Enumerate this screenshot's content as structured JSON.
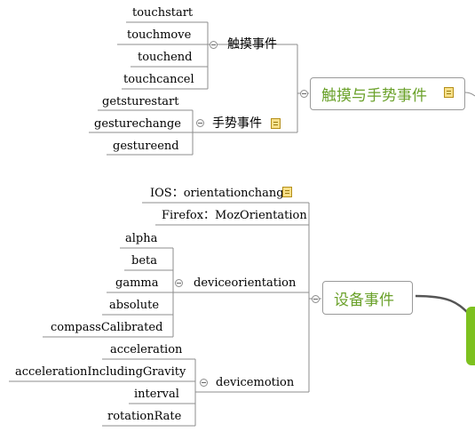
{
  "colors": {
    "topic_text": "#6aa12a",
    "root_fill": "#7dc11f",
    "line": "#8c8c8c"
  },
  "touch_section": {
    "main_topic": "触摸与手势事件",
    "touch_group": {
      "label": "触摸事件",
      "items": [
        "touchstart",
        "touchmove",
        "touchend",
        "touchcancel"
      ]
    },
    "gesture_group": {
      "label": "手势事件",
      "items": [
        "getsturestart",
        "gesturechange",
        "gestureend"
      ]
    }
  },
  "device_section": {
    "main_topic": "设备事件",
    "ios_item": "IOS：orientationchange",
    "firefox_item": "Firefox：MozOrientation",
    "orientation_group": {
      "label": "deviceorientation",
      "items": [
        "alpha",
        "beta",
        "gamma",
        "absolute",
        "compassCalibrated"
      ]
    },
    "motion_group": {
      "label": "devicemotion",
      "items": [
        "acceleration",
        "accelerationIncludingGravity",
        "interval",
        "rotationRate"
      ]
    }
  },
  "icons": {
    "collapse": "collapse-circle-icon",
    "note": "note-icon"
  }
}
